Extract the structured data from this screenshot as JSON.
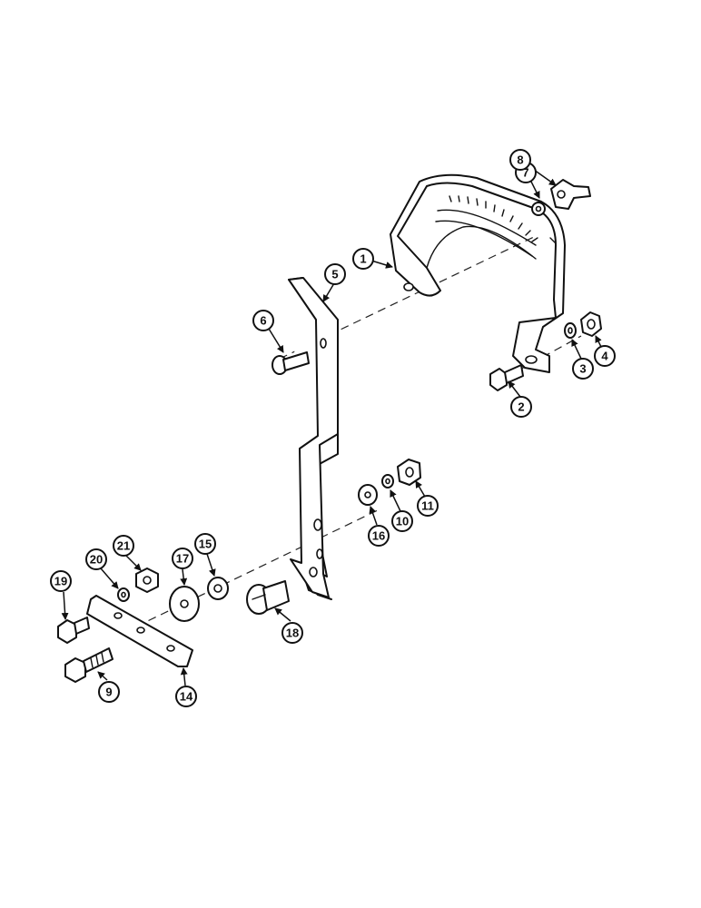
{
  "callouts": [
    {
      "id": "1",
      "label": "1"
    },
    {
      "id": "2",
      "label": "2"
    },
    {
      "id": "3",
      "label": "3"
    },
    {
      "id": "4",
      "label": "4"
    },
    {
      "id": "5",
      "label": "5"
    },
    {
      "id": "6",
      "label": "6"
    },
    {
      "id": "7",
      "label": "7"
    },
    {
      "id": "8",
      "label": "8"
    },
    {
      "id": "9",
      "label": "9"
    },
    {
      "id": "10",
      "label": "10"
    },
    {
      "id": "11",
      "label": "11"
    },
    {
      "id": "14",
      "label": "14"
    },
    {
      "id": "15",
      "label": "15"
    },
    {
      "id": "16",
      "label": "16"
    },
    {
      "id": "17",
      "label": "17"
    },
    {
      "id": "18",
      "label": "18"
    },
    {
      "id": "19",
      "label": "19"
    },
    {
      "id": "20",
      "label": "20"
    },
    {
      "id": "21",
      "label": "21"
    }
  ]
}
